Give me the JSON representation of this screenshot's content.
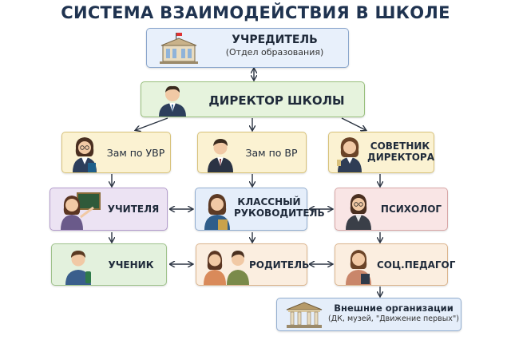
{
  "title": "СИСТЕМА ВЗАИМОДЕЙСТВИЯ В ШКОЛЕ",
  "boxes": {
    "founder": {
      "line1": "УЧРЕДИТЕЛЬ",
      "line2": "(Отдел образования)"
    },
    "director": {
      "label": "ДИРЕКТОР ШКОЛЫ"
    },
    "deputy_uvr": {
      "label": "Зам по УВР"
    },
    "deputy_vr": {
      "label": "Зам по ВР"
    },
    "advisor": {
      "line1": "СОВЕТНИК",
      "line2": "ДИРЕКТОРА"
    },
    "teachers": {
      "label": "УЧИТЕЛЯ"
    },
    "class_teacher": {
      "line1": "КЛАССНЫЙ",
      "line2": "РУКОВОДИТЕЛЬ"
    },
    "psychologist": {
      "label": "ПСИХОЛОГ"
    },
    "student": {
      "label": "УЧЕНИК"
    },
    "parent": {
      "label": "РОДИТЕЛЬ"
    },
    "social_pedagogue": {
      "label": "СОЦ.ПЕДАГОГ"
    },
    "external": {
      "line1": "Внешние организации",
      "line2": "(ДК, музей, \"Движение первых\")"
    }
  }
}
